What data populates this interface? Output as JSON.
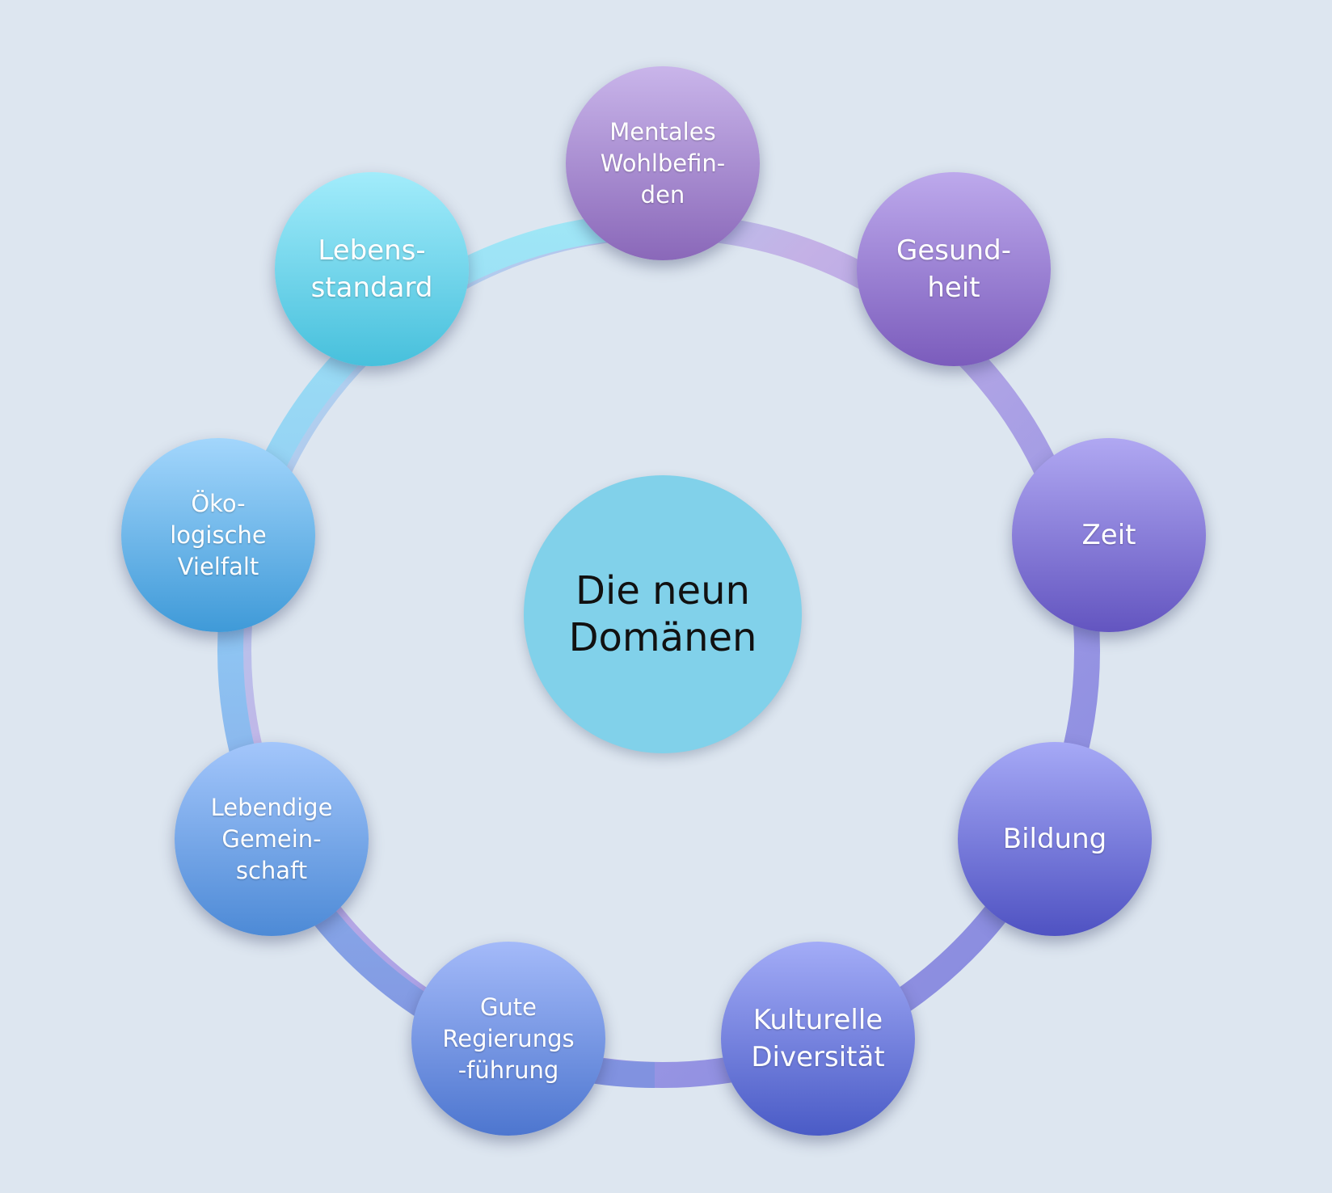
{
  "center": {
    "label": "Die neun\nDomänen"
  },
  "domains": [
    {
      "label": "Mentales\nWohlbefin-\nden",
      "color_top": "#c9b5ea",
      "color_bottom": "#8a68b9"
    },
    {
      "label": "Gesund-\nheit",
      "color_top": "#bda9ec",
      "color_bottom": "#7b5cbc"
    },
    {
      "label": "Zeit",
      "color_top": "#b0a8f2",
      "color_bottom": "#6355c0"
    },
    {
      "label": "Bildung",
      "color_top": "#a6a9f6",
      "color_bottom": "#4f52c2"
    },
    {
      "label": "Kulturelle\nDiversität",
      "color_top": "#a3acf7",
      "color_bottom": "#4a5bc6"
    },
    {
      "label": "Gute\nRegierungs\n-führung",
      "color_top": "#a4baf9",
      "color_bottom": "#4d76cf"
    },
    {
      "label": "Lebendige\nGemein-\nschaft",
      "color_top": "#a3c6fb",
      "color_bottom": "#4d8ad6"
    },
    {
      "label": "Öko-\nlogische\nVielfalt",
      "color_top": "#a3d6fc",
      "color_bottom": "#3f9ad8"
    },
    {
      "label": "Lebens-\nstandard",
      "color_top": "#a2ecfb",
      "color_bottom": "#47c0dc"
    }
  ]
}
